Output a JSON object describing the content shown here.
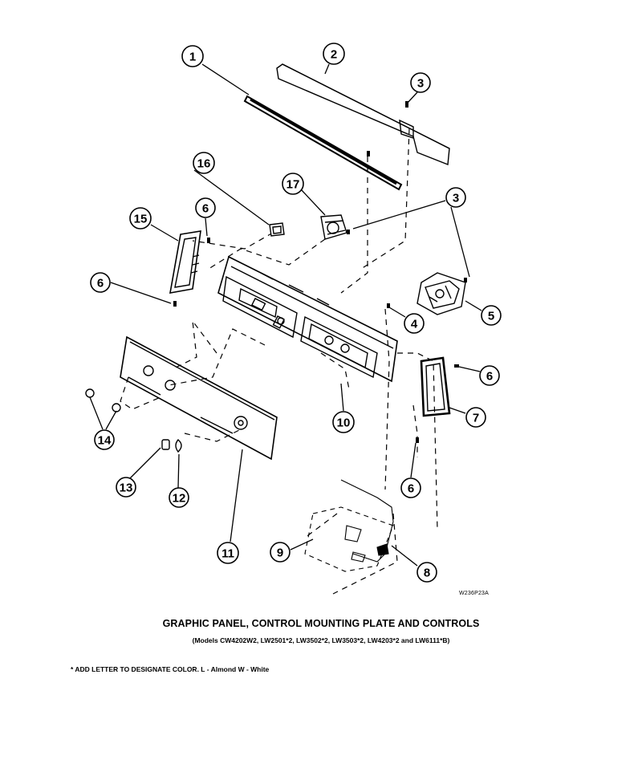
{
  "figure_code": "W236P23A",
  "title": "GRAPHIC PANEL, CONTROL MOUNTING PLATE AND CONTROLS",
  "subtitle": "(Models CW4202W2, LW2501*2, LW3502*2, LW3503*2, LW4203*2 and LW6111*B)",
  "footnote": "* ADD LETTER TO DESIGNATE COLOR.  L - Almond  W - White",
  "callouts": [
    {
      "id": "c1",
      "label": "1"
    },
    {
      "id": "c2",
      "label": "2"
    },
    {
      "id": "c3a",
      "label": "3"
    },
    {
      "id": "c3b",
      "label": "3"
    },
    {
      "id": "c4",
      "label": "4"
    },
    {
      "id": "c5",
      "label": "5"
    },
    {
      "id": "c6a",
      "label": "6"
    },
    {
      "id": "c6b",
      "label": "6"
    },
    {
      "id": "c6c",
      "label": "6"
    },
    {
      "id": "c6d",
      "label": "6"
    },
    {
      "id": "c7",
      "label": "7"
    },
    {
      "id": "c8",
      "label": "8"
    },
    {
      "id": "c9",
      "label": "9"
    },
    {
      "id": "c10",
      "label": "10"
    },
    {
      "id": "c11",
      "label": "11"
    },
    {
      "id": "c12",
      "label": "12"
    },
    {
      "id": "c13",
      "label": "13"
    },
    {
      "id": "c14",
      "label": "14"
    },
    {
      "id": "c15",
      "label": "15"
    },
    {
      "id": "c16",
      "label": "16"
    },
    {
      "id": "c17",
      "label": "17"
    }
  ]
}
